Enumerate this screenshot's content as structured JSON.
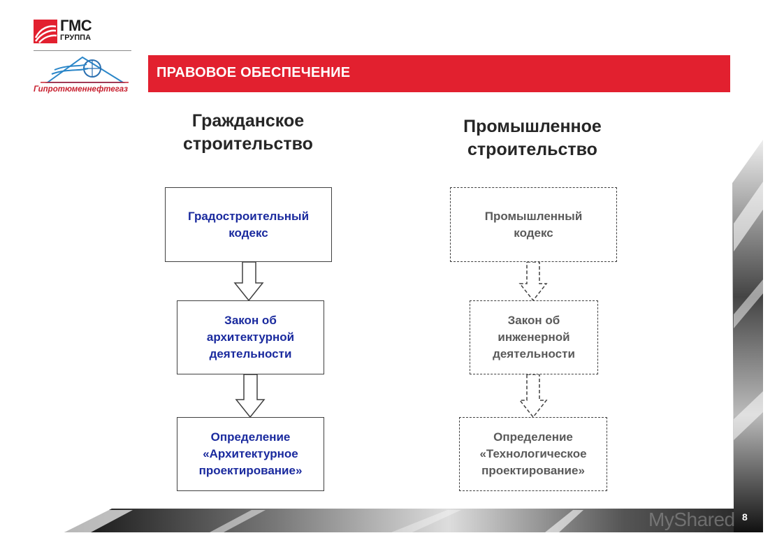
{
  "header": {
    "title": "ПРАВОВОЕ ОБЕСПЕЧЕНИЕ",
    "accent_color": "#e2202f"
  },
  "logos": {
    "gms_name": "ГМС",
    "gms_sub": "ГРУППА",
    "company": "Гипротюменнефтегаз"
  },
  "columns": [
    {
      "heading": "Гражданское\nстроительство",
      "style": "solid",
      "boxes": [
        "Градостроительный\nкодекс",
        "Закон об\nархитектурной\nдеятельности",
        "Определение\n«Архитектурное\nпроектирование»"
      ]
    },
    {
      "heading": "Промышленное\nстроительство",
      "style": "dashed",
      "boxes": [
        "Промышленный\nкодекс",
        "Закон об\nинженерной\nдеятельности",
        "Определение\n«Технологическое\nпроектирование»"
      ]
    }
  ],
  "footer": {
    "page_number": "8",
    "watermark": "MyShared"
  }
}
